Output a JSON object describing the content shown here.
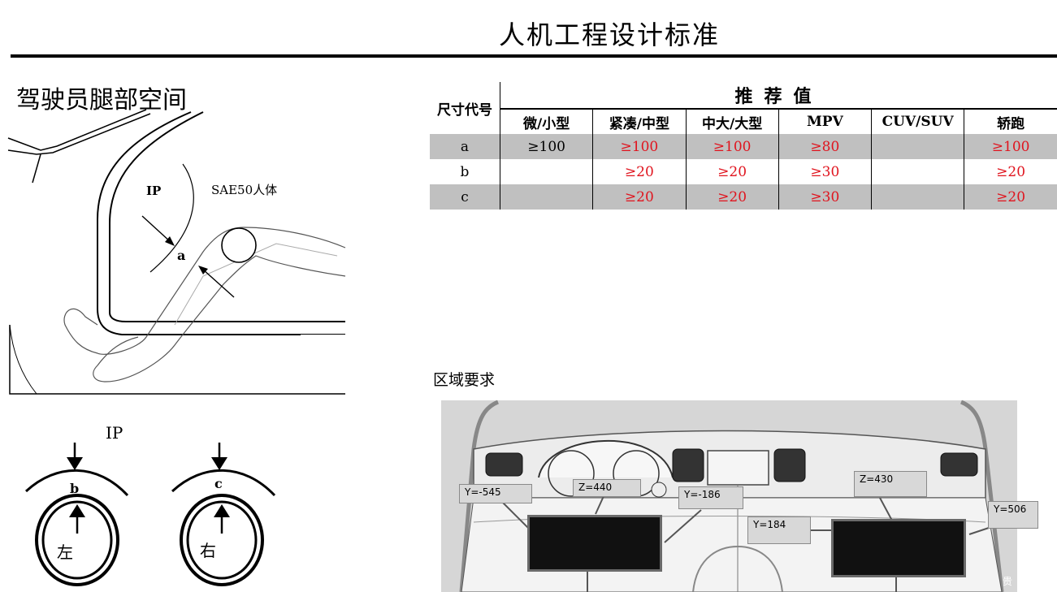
{
  "header": {
    "title": "人机工程设计标准"
  },
  "leg_section": {
    "title": "驾驶员腿部空间",
    "ip_label": "IP",
    "manikin_label": "SAE50人体",
    "dim_a": "a"
  },
  "clearance": {
    "ip_label": "IP",
    "left": {
      "dim": "b",
      "side": "左"
    },
    "right": {
      "dim": "c",
      "side": "右"
    }
  },
  "table": {
    "code_header": "尺寸代号",
    "rec_header": "推荐值",
    "columns": [
      "微/小型",
      "紧凑/中型",
      "中大/大型",
      "MPV",
      "CUV/SUV",
      "轿跑"
    ],
    "rows": [
      {
        "code": "a",
        "values": [
          "≥100",
          "≥100",
          "≥100",
          "≥80",
          "",
          "≥100"
        ]
      },
      {
        "code": "b",
        "values": [
          "",
          "≥20",
          "≥20",
          "≥30",
          "",
          "≥20"
        ]
      },
      {
        "code": "c",
        "values": [
          "",
          "≥20",
          "≥20",
          "≥30",
          "",
          "≥20"
        ]
      }
    ]
  },
  "zone": {
    "title": "区域要求",
    "tags": {
      "y_545": "Y=-545",
      "z_440": "Z=440",
      "y_186": "Y=-186",
      "y_184": "Y=184",
      "z_430": "Z=430",
      "y_506": "Y=506"
    },
    "corner": "贵"
  }
}
